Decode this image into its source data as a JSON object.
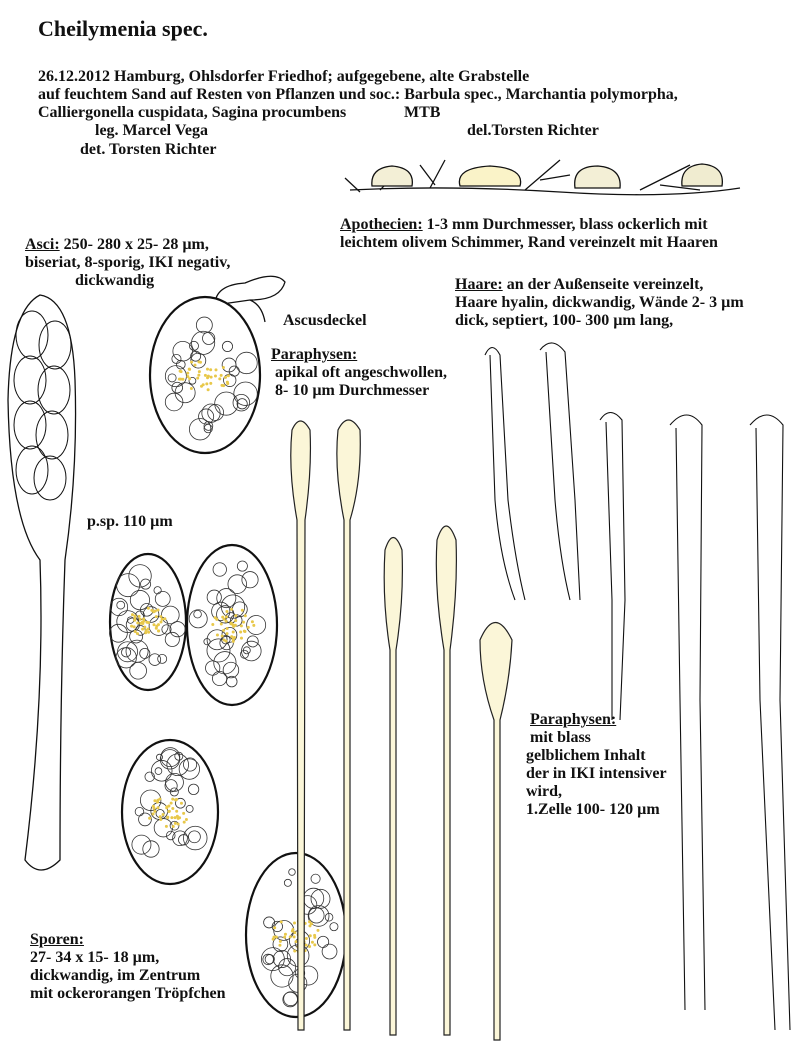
{
  "title": "Cheilymenia spec.",
  "header": {
    "line1": "26.12.2012 Hamburg, Ohlsdorfer Friedhof; aufgegebene, alte Grabstelle",
    "line2": "auf feuchtem Sand auf Resten von Pflanzen und soc.: Barbula spec., Marchantia polymorpha,",
    "line3": "Calliergonella cuspidata, Sagina procumbens",
    "mtb": "MTB",
    "leg": "leg. Marcel Vega",
    "det": "det. Torsten Richter",
    "del": "del.Torsten Richter"
  },
  "apothecien": {
    "label": "Apothecien:",
    "line1": " 1-3 mm Durchmesser,  blass ockerlich mit",
    "line2": "leichtem olivem Schimmer, Rand vereinzelt mit Haaren"
  },
  "asci": {
    "label": "Asci:",
    "line1": " 250- 280 x 25- 28 µm,",
    "line2": "biseriat, 8-sporig, IKI negativ,",
    "line3": "dickwandig"
  },
  "haare": {
    "label": "Haare:",
    "line1": " an der Außenseite vereinzelt,",
    "line2": "Haare hyalin, dickwandig,  Wände 2- 3 µm",
    "line3": "dick, septiert, 100- 300 µm lang,"
  },
  "ascusdeckel": "Ascusdeckel",
  "paraphysen1": {
    "label": "Paraphysen:",
    "line1": "apikal oft angeschwollen,",
    "line2": "8- 10 µm Durchmesser"
  },
  "psp": "p.sp. 110 µm",
  "paraphysen2": {
    "label": "Paraphysen:",
    "line1": "mit blass",
    "line2": "gelblichem Inhalt",
    "line3": "der in IKI intensiver",
    "line4": "wird,",
    "line5": "1.Zelle 100- 120 µm"
  },
  "sporen": {
    "label": "Sporen:",
    "line1": "27- 34 x 15- 18 µm,",
    "line2": "dickwandig, im Zentrum",
    "line3": "mit ockerorangen Tröpfchen"
  },
  "colors": {
    "paraphysis_fill": "#fbf6d8",
    "droplet": "#e8c84a",
    "ink": "#111111"
  }
}
